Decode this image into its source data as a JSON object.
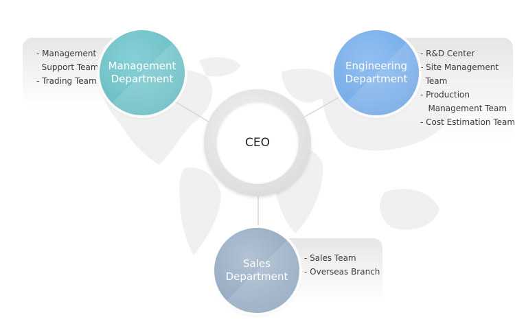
{
  "ceo": {
    "label": "CEO"
  },
  "management": {
    "line1": "Management",
    "line2": "Department",
    "items": [
      "- Management",
      "  Support Team",
      "- Trading Team"
    ]
  },
  "engineering": {
    "line1": "Engineering",
    "line2": "Department",
    "items": [
      "- R&D Center",
      "- Site Management",
      "  Team",
      "- Production",
      "   Management Team",
      "- Cost Estimation Team"
    ]
  },
  "sales": {
    "line1": "Sales",
    "line2": "Department",
    "items": [
      "- Sales Team",
      "- Overseas Branch"
    ]
  },
  "colors": {
    "management": "#6fc1c7",
    "engineering": "#79aee9",
    "sales": "#98adc3",
    "ceo_ring": "#dedede"
  }
}
